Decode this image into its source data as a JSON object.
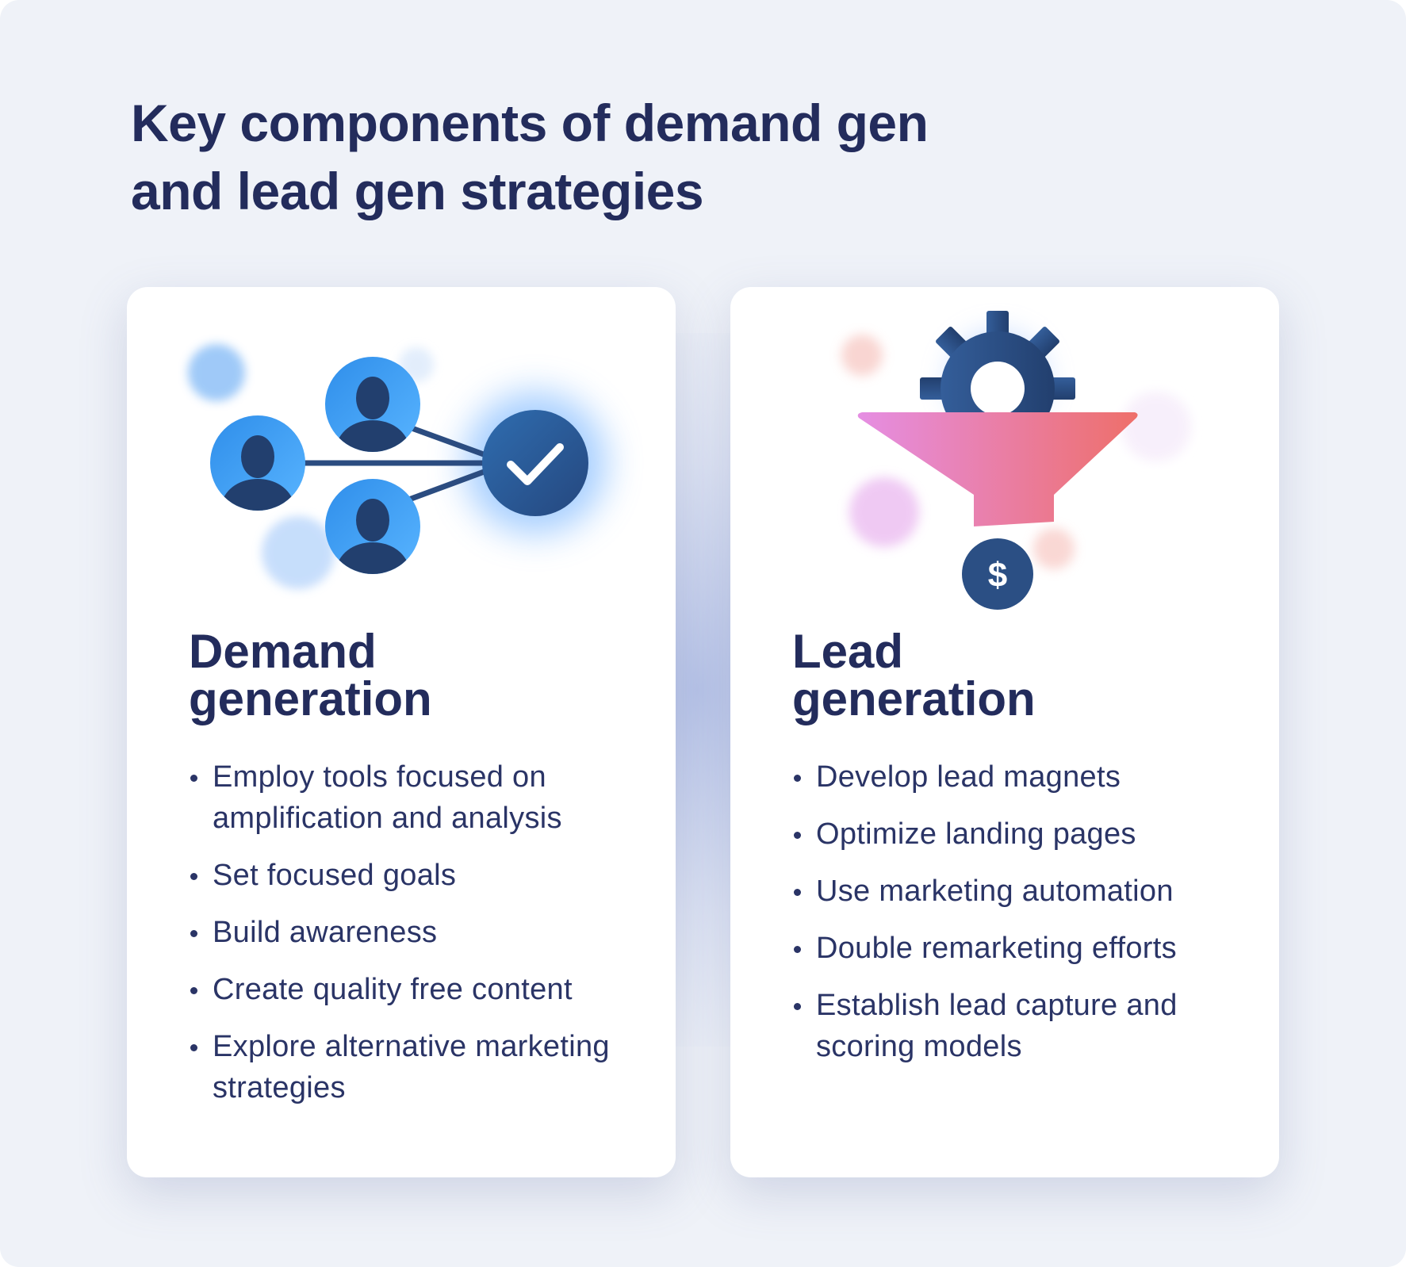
{
  "title_line1": "Key components of demand gen",
  "title_line2": "and lead gen strategies",
  "demand": {
    "title_line1": "Demand",
    "title_line2": "generation",
    "items": [
      "Employ tools focused on amplification and analysis",
      "Set focused goals",
      "Build awareness",
      "Create quality free content",
      "Explore alternative marketing strategies"
    ]
  },
  "lead": {
    "title_line1": "Lead",
    "title_line2": "generation",
    "items": [
      "Develop lead magnets",
      "Optimize landing pages",
      "Use marketing automation",
      "Double remarketing efforts",
      "Establish lead capture and scoring models"
    ],
    "coin_symbol": "$"
  },
  "colors": {
    "navy": "#232c5c",
    "blue": "#3aa0f5",
    "dark_blue": "#2c4f86",
    "funnel_start": "#e58ee3",
    "funnel_end": "#ee6f6a"
  },
  "icons": [
    "person-icon",
    "checkmark-icon",
    "gear-icon",
    "funnel-icon",
    "dollar-coin-icon"
  ]
}
